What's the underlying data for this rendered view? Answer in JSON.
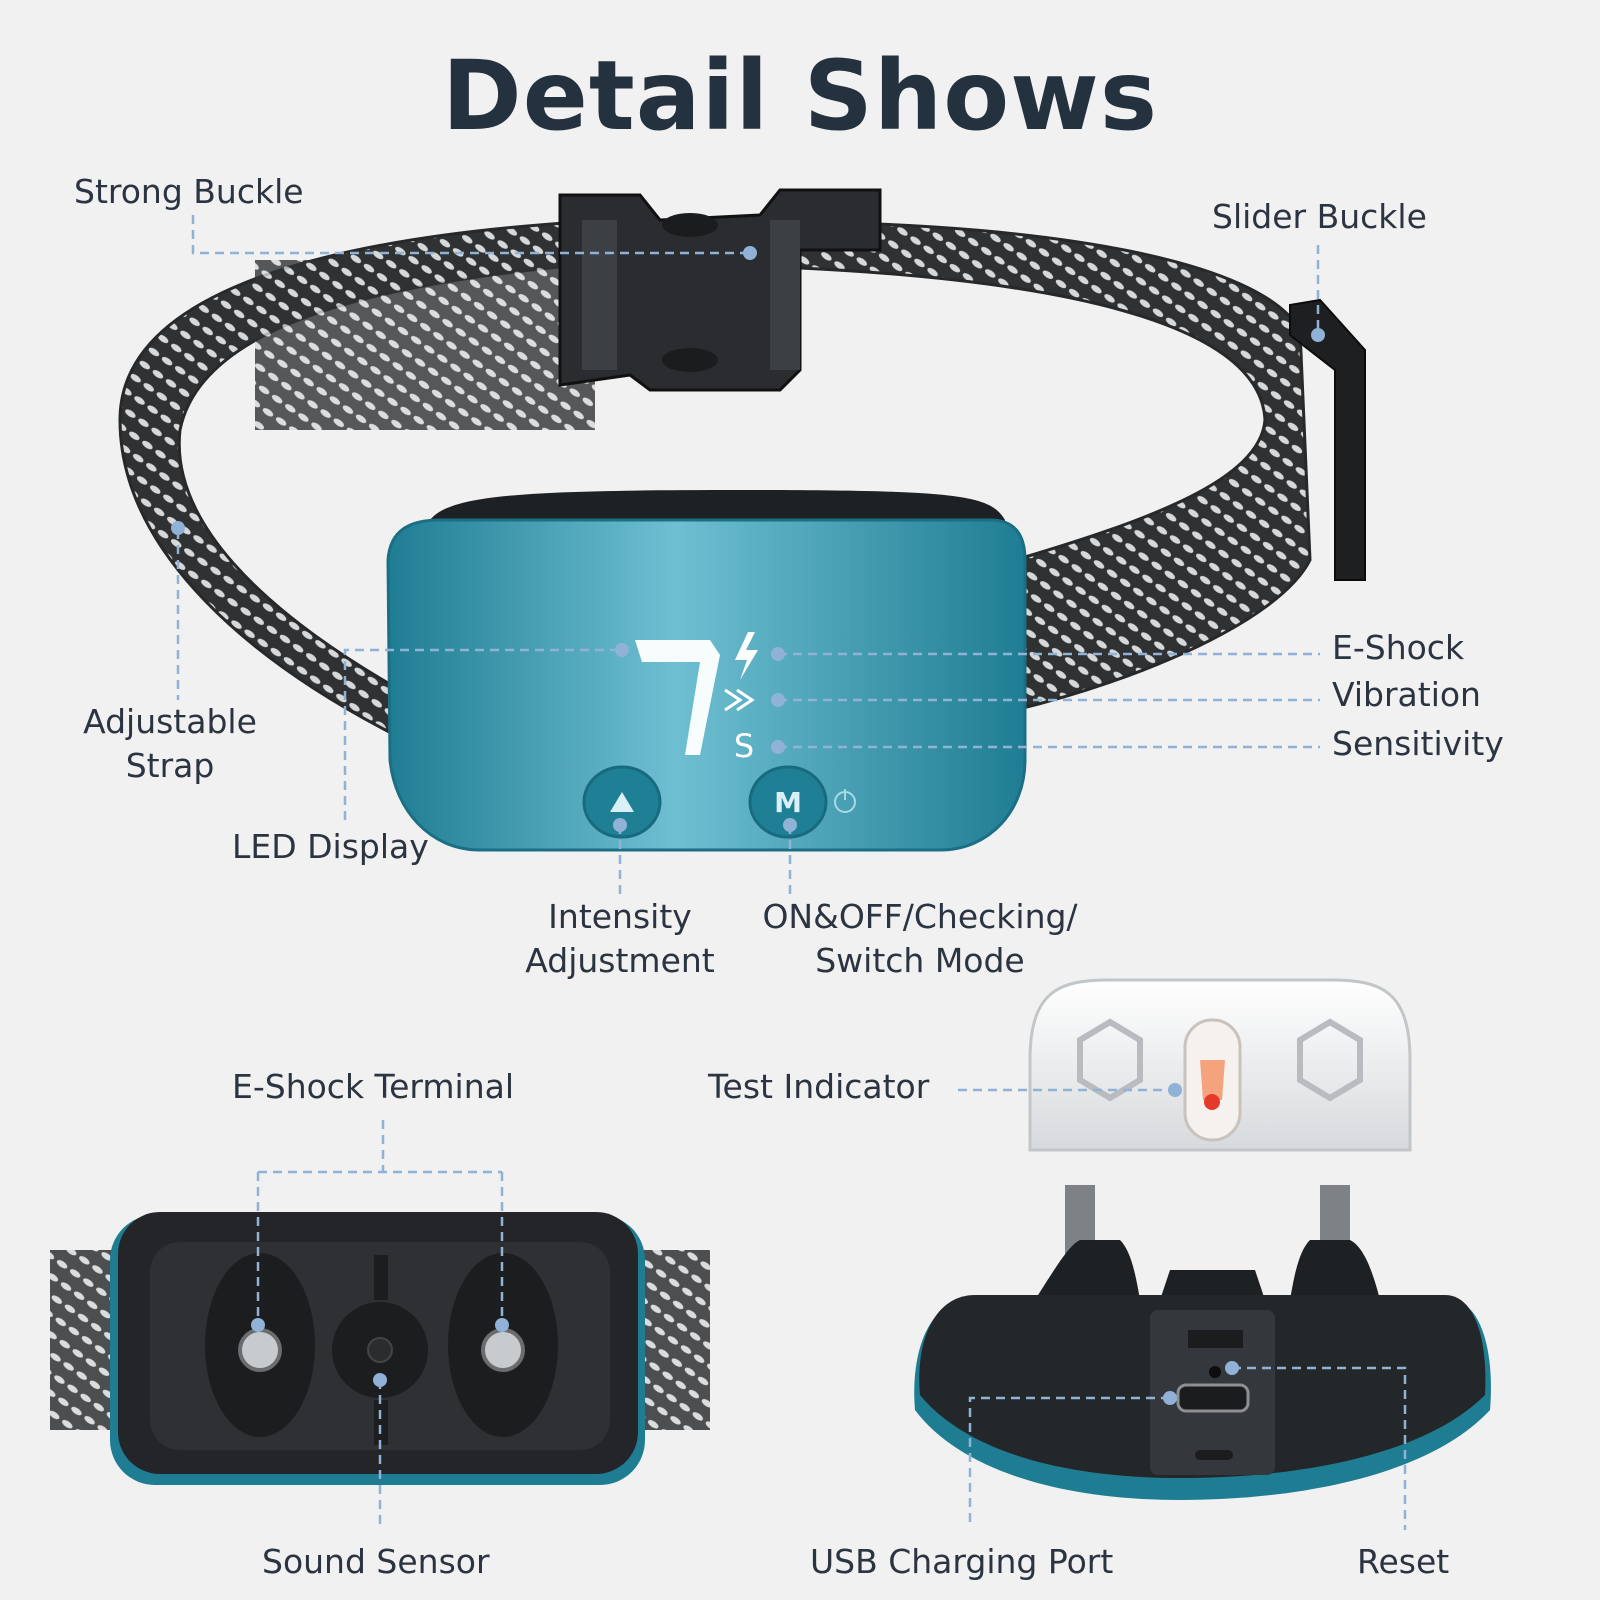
{
  "title": "Detail Shows",
  "labels": {
    "strong_buckle": "Strong Buckle",
    "slider_buckle": "Slider Buckle",
    "adjustable_strap_1": "Adjustable",
    "adjustable_strap_2": "Strap",
    "led_display": "LED Display",
    "e_shock": "E-Shock",
    "vibration": "Vibration",
    "sensitivity": "Sensitivity",
    "intensity_1": "Intensity",
    "intensity_2": "Adjustment",
    "onoff_1": "ON&OFF/Checking/",
    "onoff_2": "Switch Mode",
    "e_shock_terminal": "E-Shock Terminal",
    "test_indicator": "Test Indicator",
    "sound_sensor": "Sound Sensor",
    "usb_port": "USB Charging Port",
    "reset": "Reset"
  },
  "display": {
    "digit": "7",
    "mode_letter": "S",
    "button_m": "M"
  },
  "colors": {
    "teal": "#2a8fa6",
    "dark": "#1f2226",
    "guide": "#8fb2d6",
    "text": "#2b3440"
  }
}
